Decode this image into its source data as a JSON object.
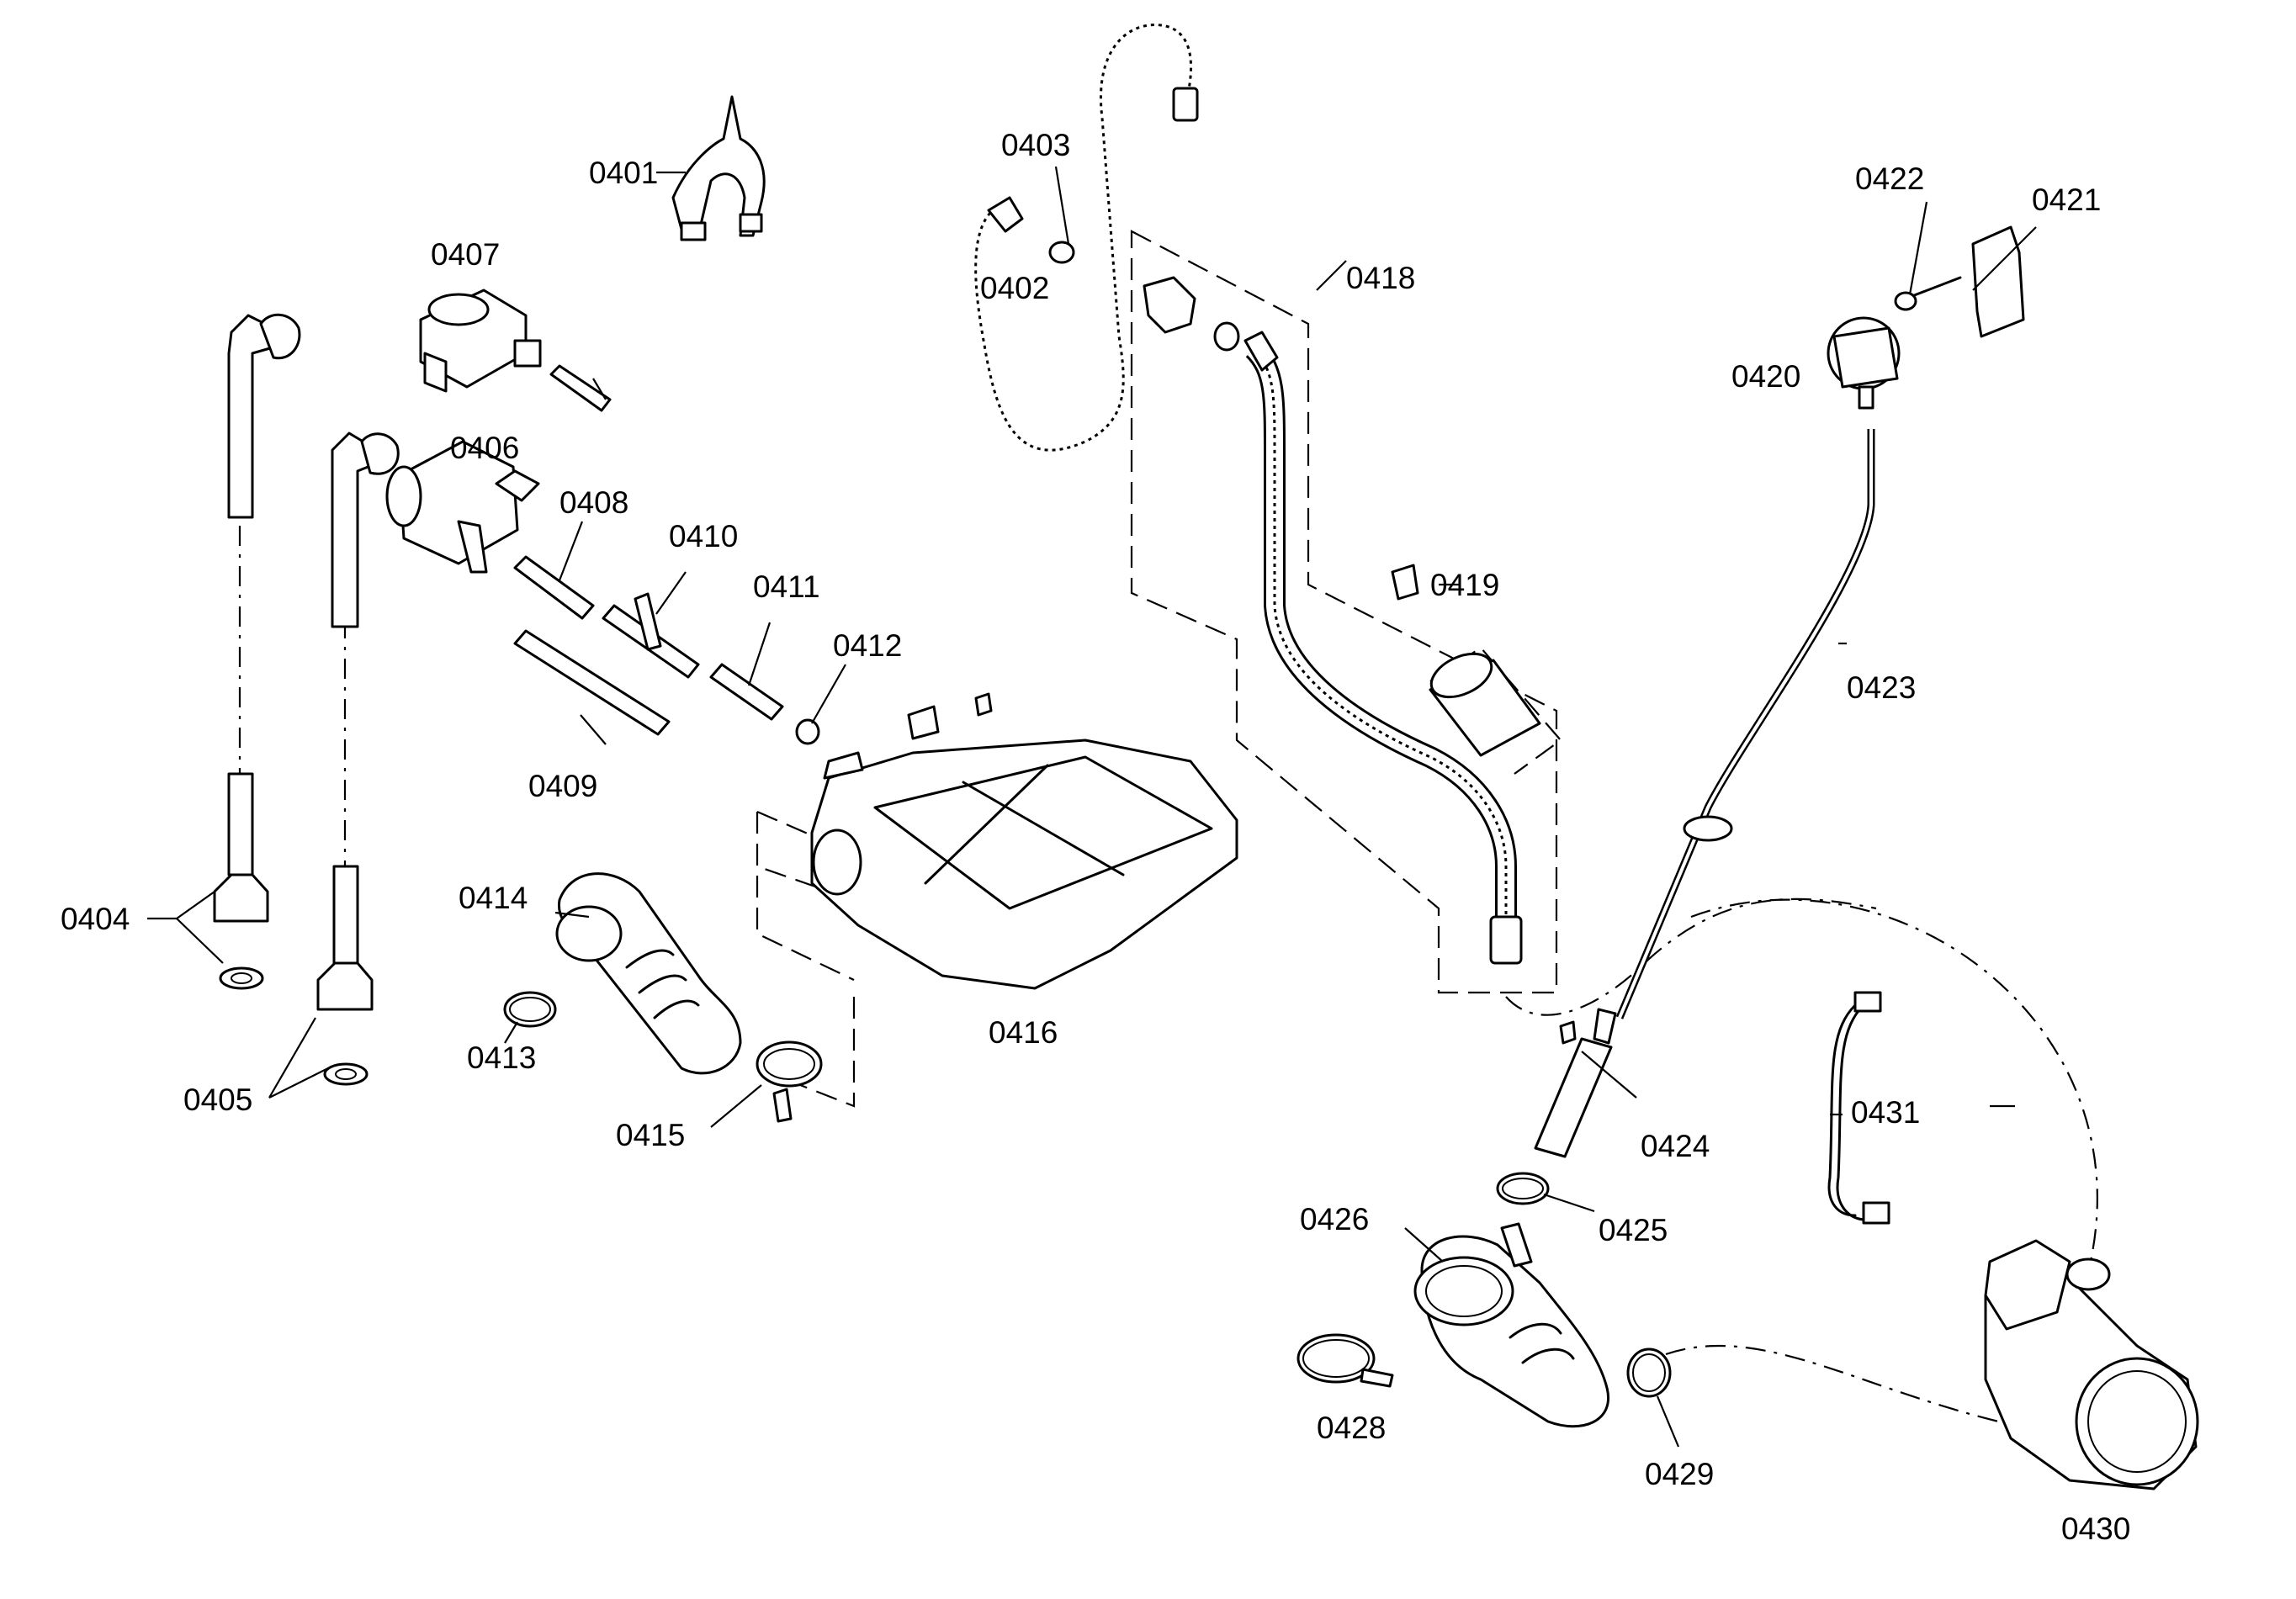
{
  "labels": [
    {
      "id": "0401",
      "text": "0401"
    },
    {
      "id": "0402",
      "text": "0402"
    },
    {
      "id": "0403",
      "text": "0403"
    },
    {
      "id": "0404",
      "text": "0404"
    },
    {
      "id": "0405",
      "text": "0405"
    },
    {
      "id": "0406",
      "text": "0406"
    },
    {
      "id": "0407",
      "text": "0407"
    },
    {
      "id": "0408",
      "text": "0408"
    },
    {
      "id": "0409",
      "text": "0409"
    },
    {
      "id": "0410",
      "text": "0410"
    },
    {
      "id": "0411",
      "text": "0411"
    },
    {
      "id": "0412",
      "text": "0412"
    },
    {
      "id": "0413",
      "text": "0413"
    },
    {
      "id": "0414",
      "text": "0414"
    },
    {
      "id": "0415",
      "text": "0415"
    },
    {
      "id": "0416",
      "text": "0416"
    },
    {
      "id": "0418",
      "text": "0418"
    },
    {
      "id": "0419",
      "text": "0419"
    },
    {
      "id": "0420",
      "text": "0420"
    },
    {
      "id": "0421",
      "text": "0421"
    },
    {
      "id": "0422",
      "text": "0422"
    },
    {
      "id": "0423",
      "text": "0423"
    },
    {
      "id": "0424",
      "text": "0424"
    },
    {
      "id": "0425",
      "text": "0425"
    },
    {
      "id": "0426",
      "text": "0426"
    },
    {
      "id": "0428",
      "text": "0428"
    },
    {
      "id": "0429",
      "text": "0429"
    },
    {
      "id": "0430",
      "text": "0430"
    },
    {
      "id": "0431",
      "text": "0431"
    }
  ],
  "line_color": "#000000",
  "background": "#ffffff"
}
